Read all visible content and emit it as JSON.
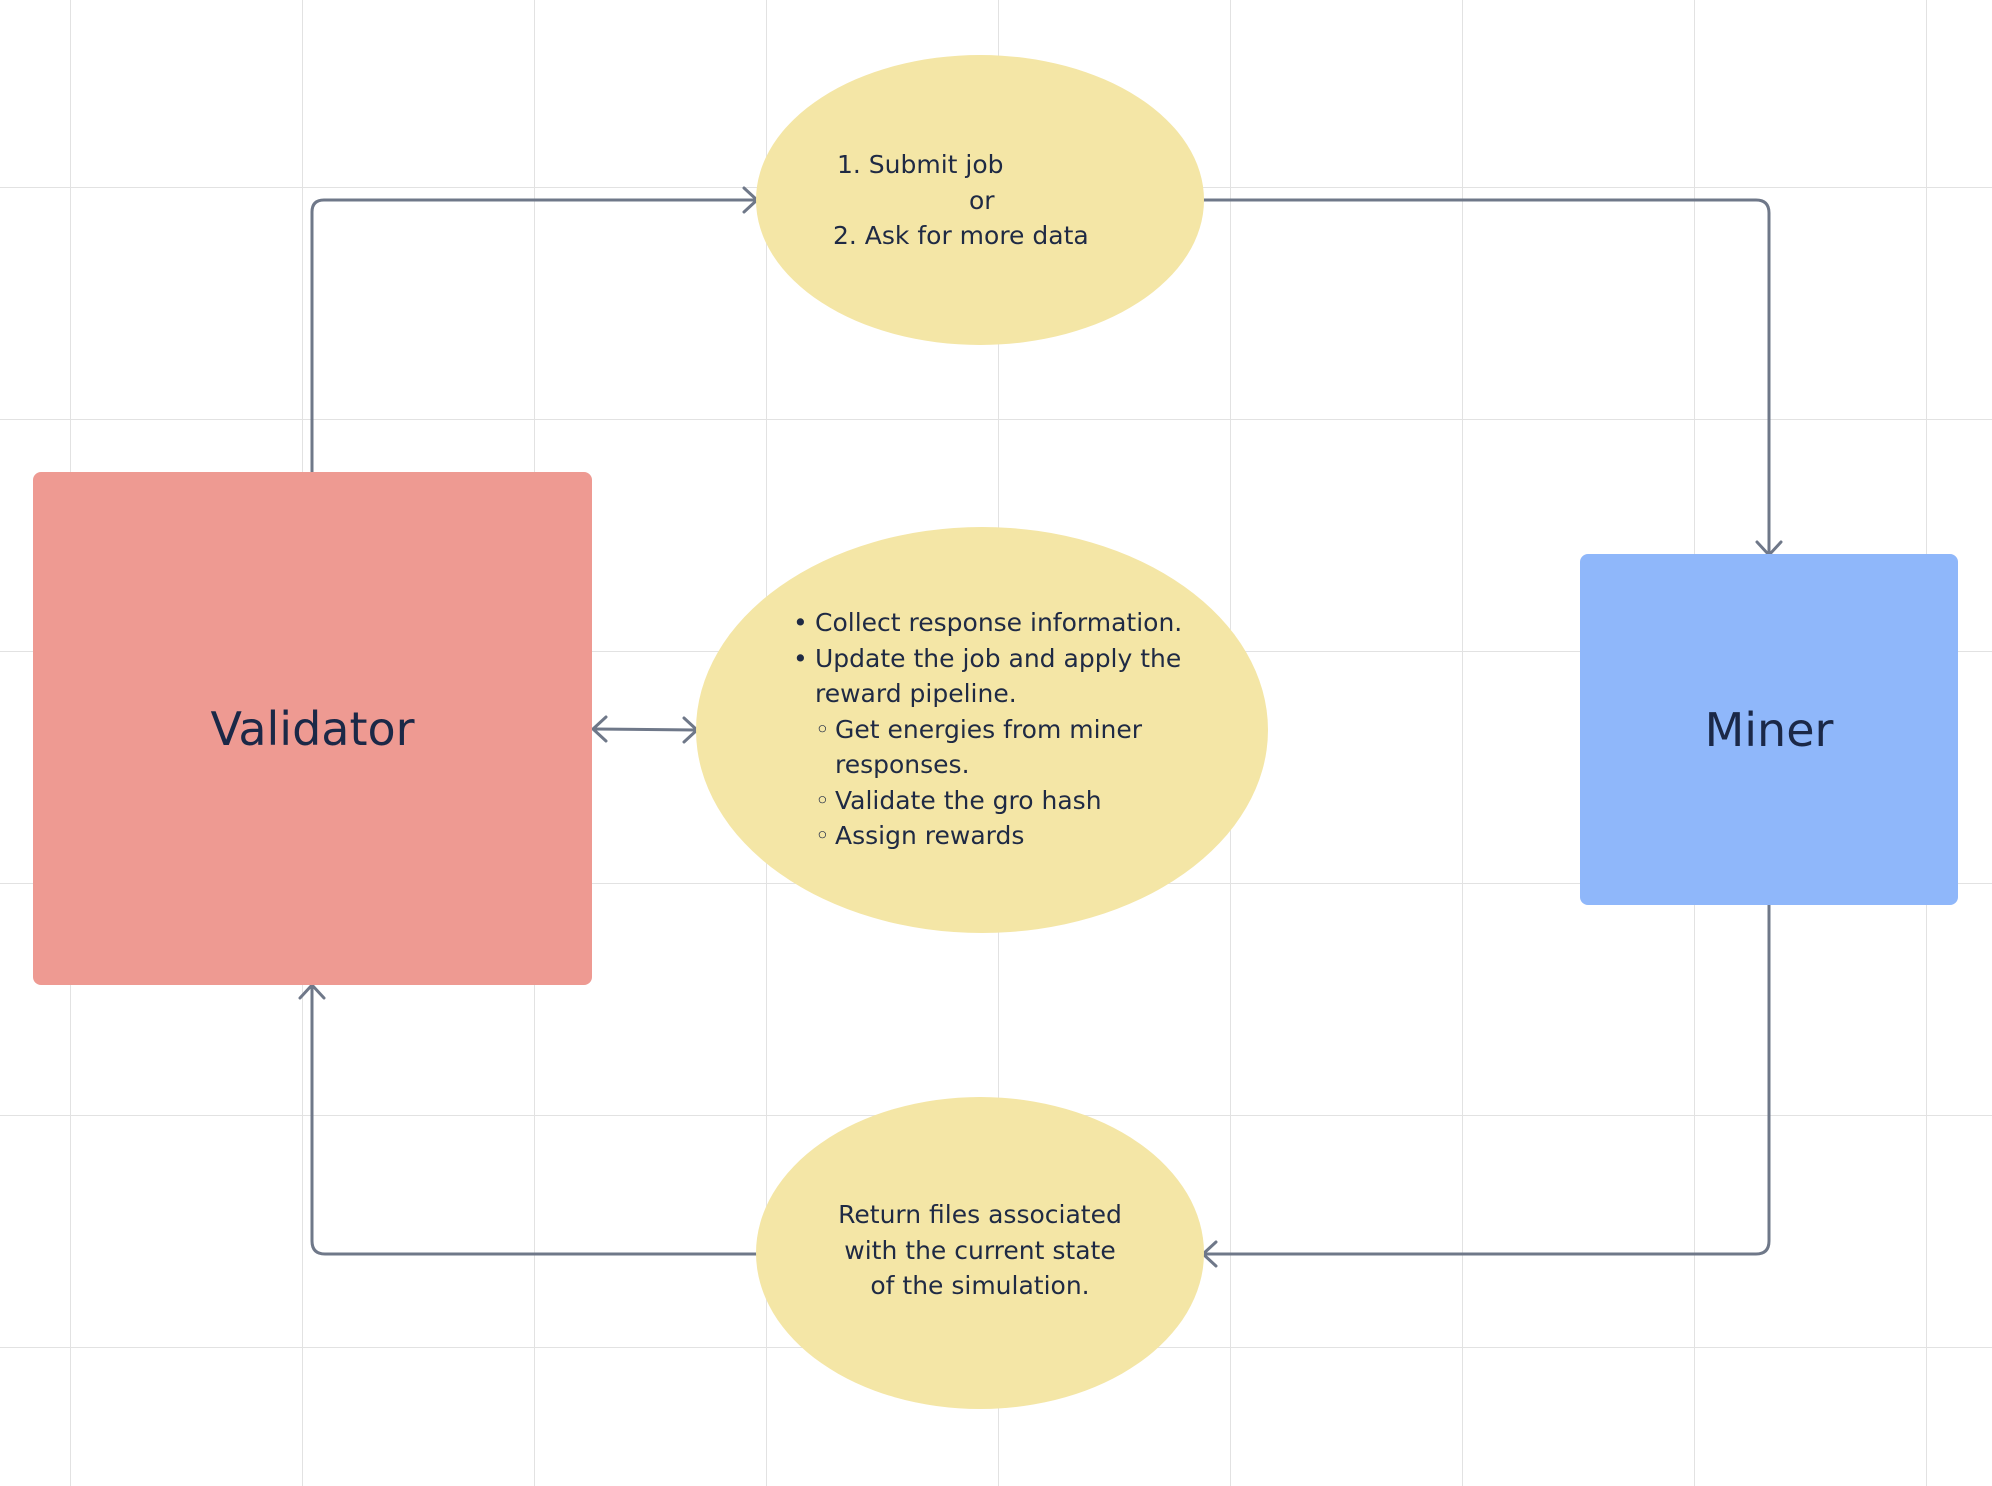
{
  "diagram": {
    "validator": {
      "label": "Validator",
      "color": "#ee9a92"
    },
    "miner": {
      "label": "Miner",
      "color": "#8fb7fa"
    },
    "ellipse_color": "#f4e6a6",
    "connector_color": "#6f7889",
    "request_node": {
      "line1": "1. Submit job",
      "line2": "or",
      "line3": "2. Ask for more data"
    },
    "process_node": {
      "items": [
        "Collect response information.",
        "Update the job and apply the reward pipeline."
      ],
      "subitems": [
        "Get energies from miner responses.",
        "Validate the gro hash",
        "Assign rewards"
      ]
    },
    "return_node": {
      "text": "Return files associated with the current state of the simulation."
    }
  }
}
